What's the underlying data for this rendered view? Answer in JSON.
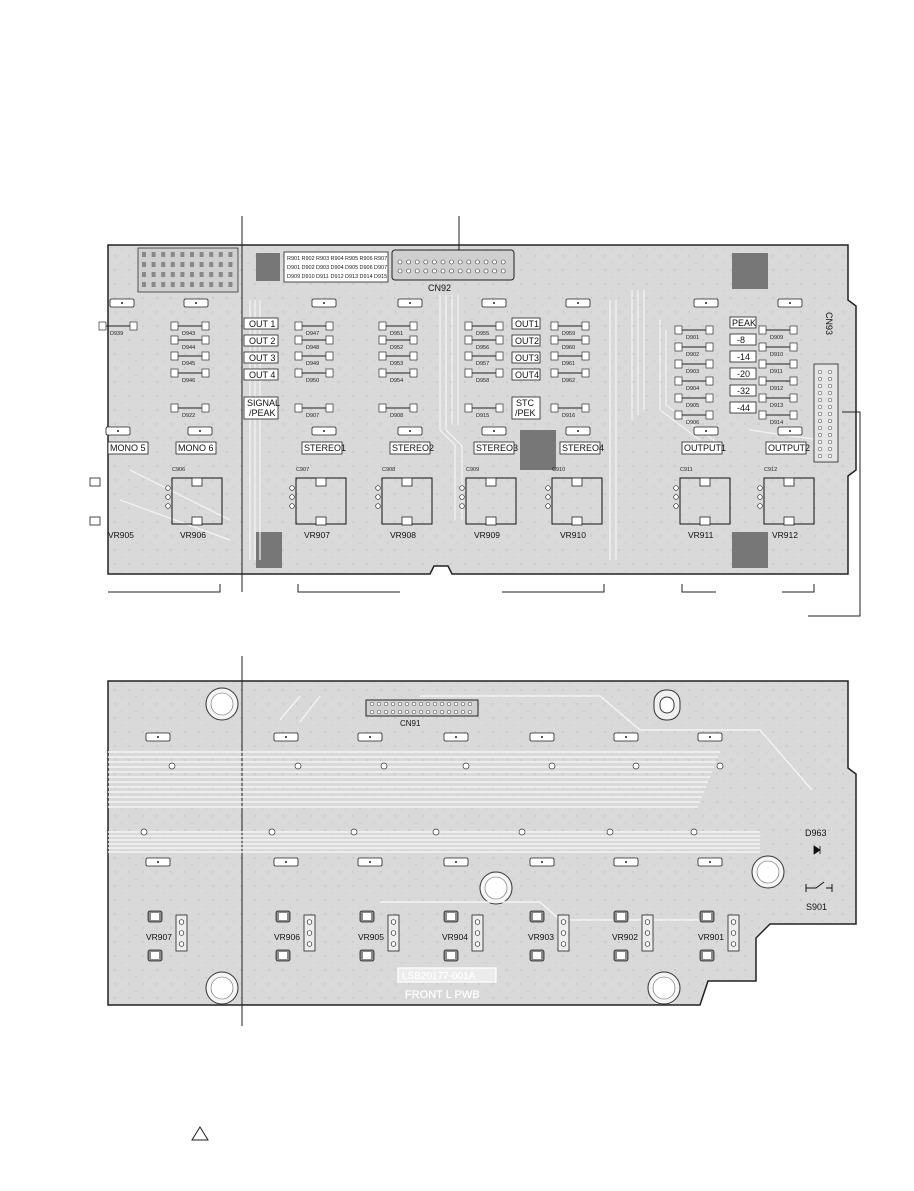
{
  "top_board": {
    "connector_label": "CN92",
    "side_connector_label": "CN93",
    "ref_grid": [
      [
        "R901",
        "R902",
        "R903",
        "R904",
        "R905",
        "R906",
        "R907"
      ],
      [
        "D901",
        "D902",
        "D903",
        "D904",
        "D905",
        "D906",
        "D907"
      ],
      [
        "D909",
        "D910",
        "D911",
        "D912",
        "D913",
        "D914",
        "D915"
      ]
    ],
    "out_labels": [
      "OUT 1",
      "OUT 2",
      "OUT 3",
      "OUT 4"
    ],
    "signal_peak": [
      "SIGNAL",
      "/PEAK"
    ],
    "stereo_out_labels": [
      "OUT1",
      "OUT2",
      "OUT3",
      "OUT4"
    ],
    "stc_pek": [
      "STC",
      "/PEK"
    ],
    "peak_labels": [
      "PEAK",
      "-8",
      "-14",
      "-20",
      "-32",
      "-44"
    ],
    "channel_labels": [
      "MONO 5",
      "MONO 6",
      "STEREO1",
      "STEREO2",
      "STEREO3",
      "STEREO4",
      "OUTPUT1",
      "OUTPUT2"
    ],
    "pot_labels": [
      "VR905",
      "VR906",
      "VR907",
      "VR908",
      "VR909",
      "VR910",
      "VR911",
      "VR912"
    ],
    "cap_labels": [
      "C906",
      "C907",
      "C908",
      "C909",
      "C910",
      "C911",
      "C912"
    ],
    "led_rows": [
      [
        "D939",
        "D943",
        "D947",
        "D951",
        "D955",
        "D959"
      ],
      [
        "D944",
        "D948",
        "D952",
        "D956",
        "D960"
      ],
      [
        "D945",
        "D949",
        "D953",
        "D957",
        "D961"
      ],
      [
        "D946",
        "D950",
        "D954",
        "D958",
        "D962"
      ],
      [
        "D922",
        "D907",
        "D908",
        "D915",
        "D916"
      ]
    ],
    "peak_led_left": [
      "D901",
      "D902",
      "D903",
      "D904",
      "D905",
      "D906"
    ],
    "peak_led_right": [
      "D909",
      "D910",
      "D911",
      "D912",
      "D913",
      "D914"
    ]
  },
  "bottom_board": {
    "connector_label": "CN91",
    "pot_labels": [
      "VR907",
      "VR906",
      "VR905",
      "VR904",
      "VR903",
      "VR902",
      "VR901"
    ],
    "part_number": "LSB20177-001A",
    "board_name": "FRONT L PWB",
    "diode_label": "D963",
    "switch_label": "S901"
  },
  "colors": {
    "board": "#d9d9d9",
    "pad": "#efefef",
    "trace": "#f4f4f4",
    "dark_pad": "#6e6e6e"
  }
}
